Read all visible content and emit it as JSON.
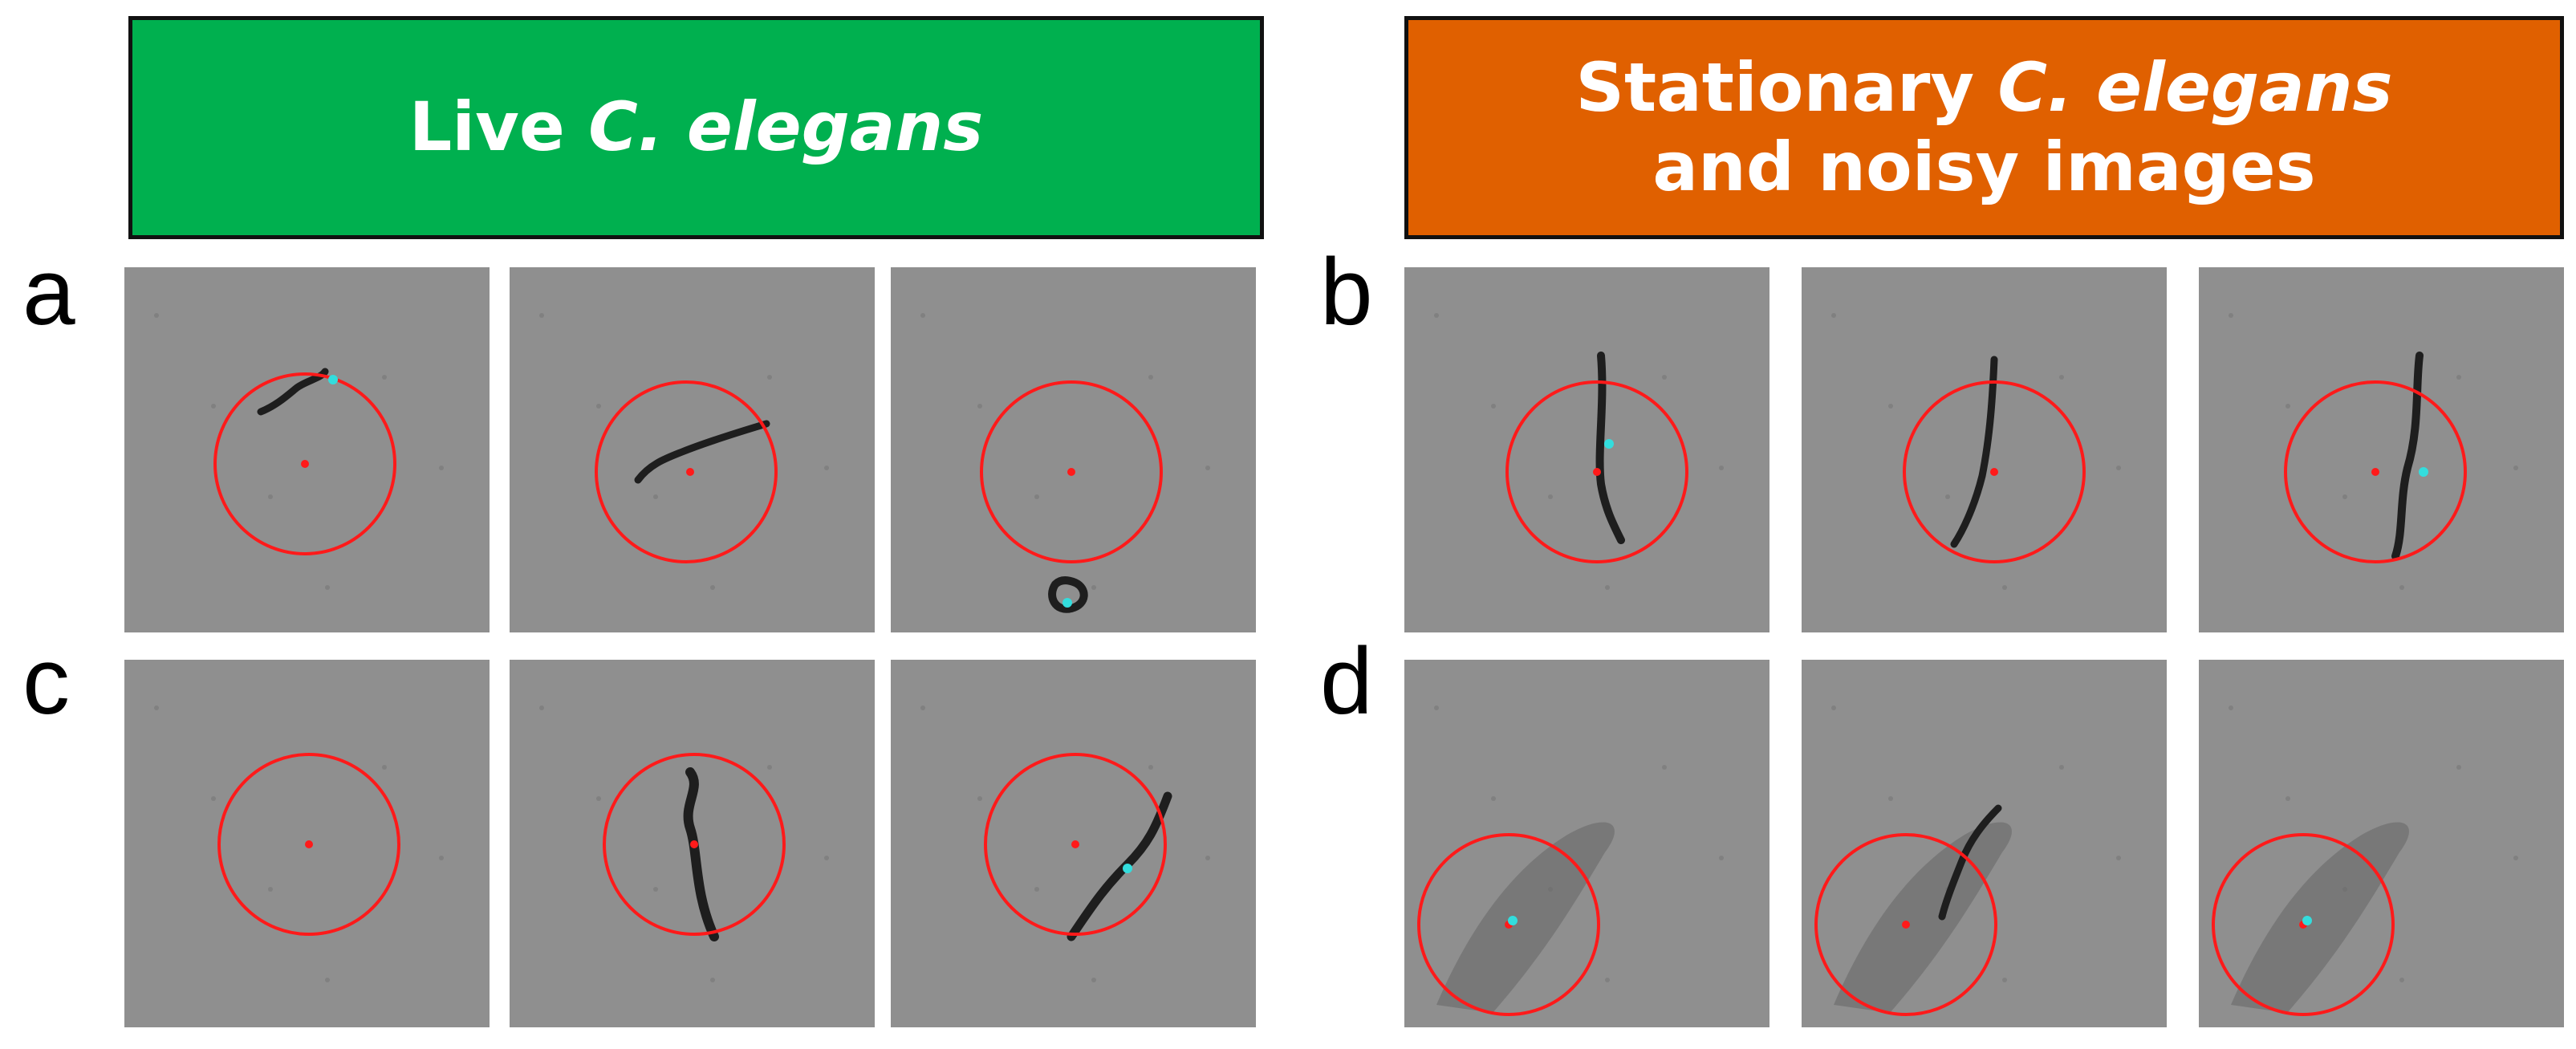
{
  "banners": {
    "live": {
      "prefix": "Live ",
      "italic": "C. elegans",
      "color": "#00b04f"
    },
    "stationary": {
      "line1_prefix": "Stationary ",
      "line1_italic": "C. elegans",
      "line2": "and noisy images",
      "color": "#e06000"
    }
  },
  "panels": {
    "a": {
      "label": "a"
    },
    "b": {
      "label": "b"
    },
    "c": {
      "label": "c"
    },
    "d": {
      "label": "d"
    }
  },
  "colors": {
    "circle": "#ff1a1a",
    "center_marker": "#ff1a1a",
    "worm_marker": "#33dddd",
    "background": "#8f8f8f",
    "worm": "#1e1e1e"
  }
}
